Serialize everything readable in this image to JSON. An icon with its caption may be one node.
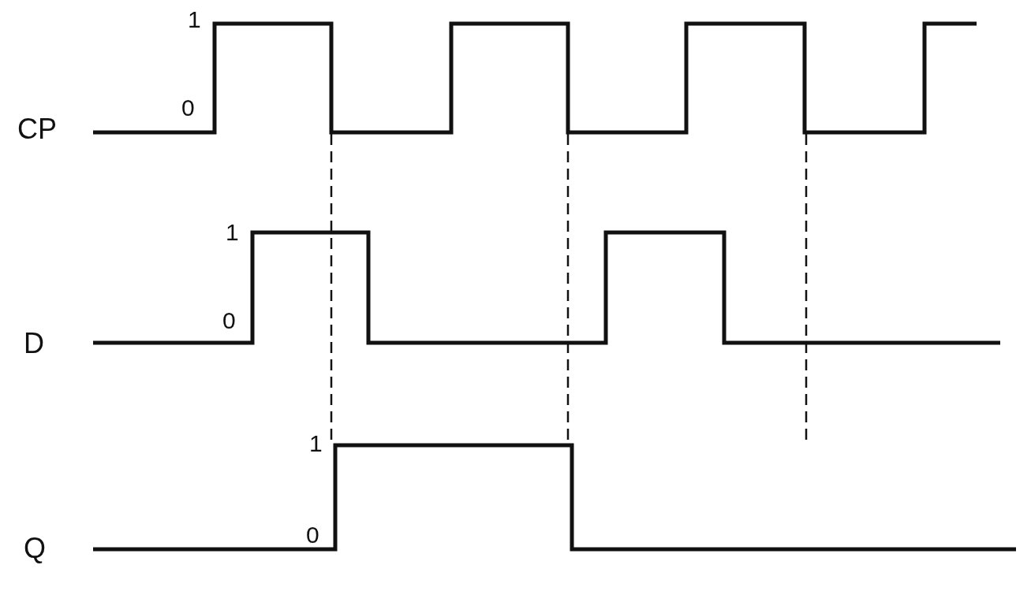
{
  "diagram": {
    "labels": [
      "1",
      "0",
      "CP",
      "1",
      "0",
      "D",
      "1",
      "0",
      "Q"
    ]
  }
}
